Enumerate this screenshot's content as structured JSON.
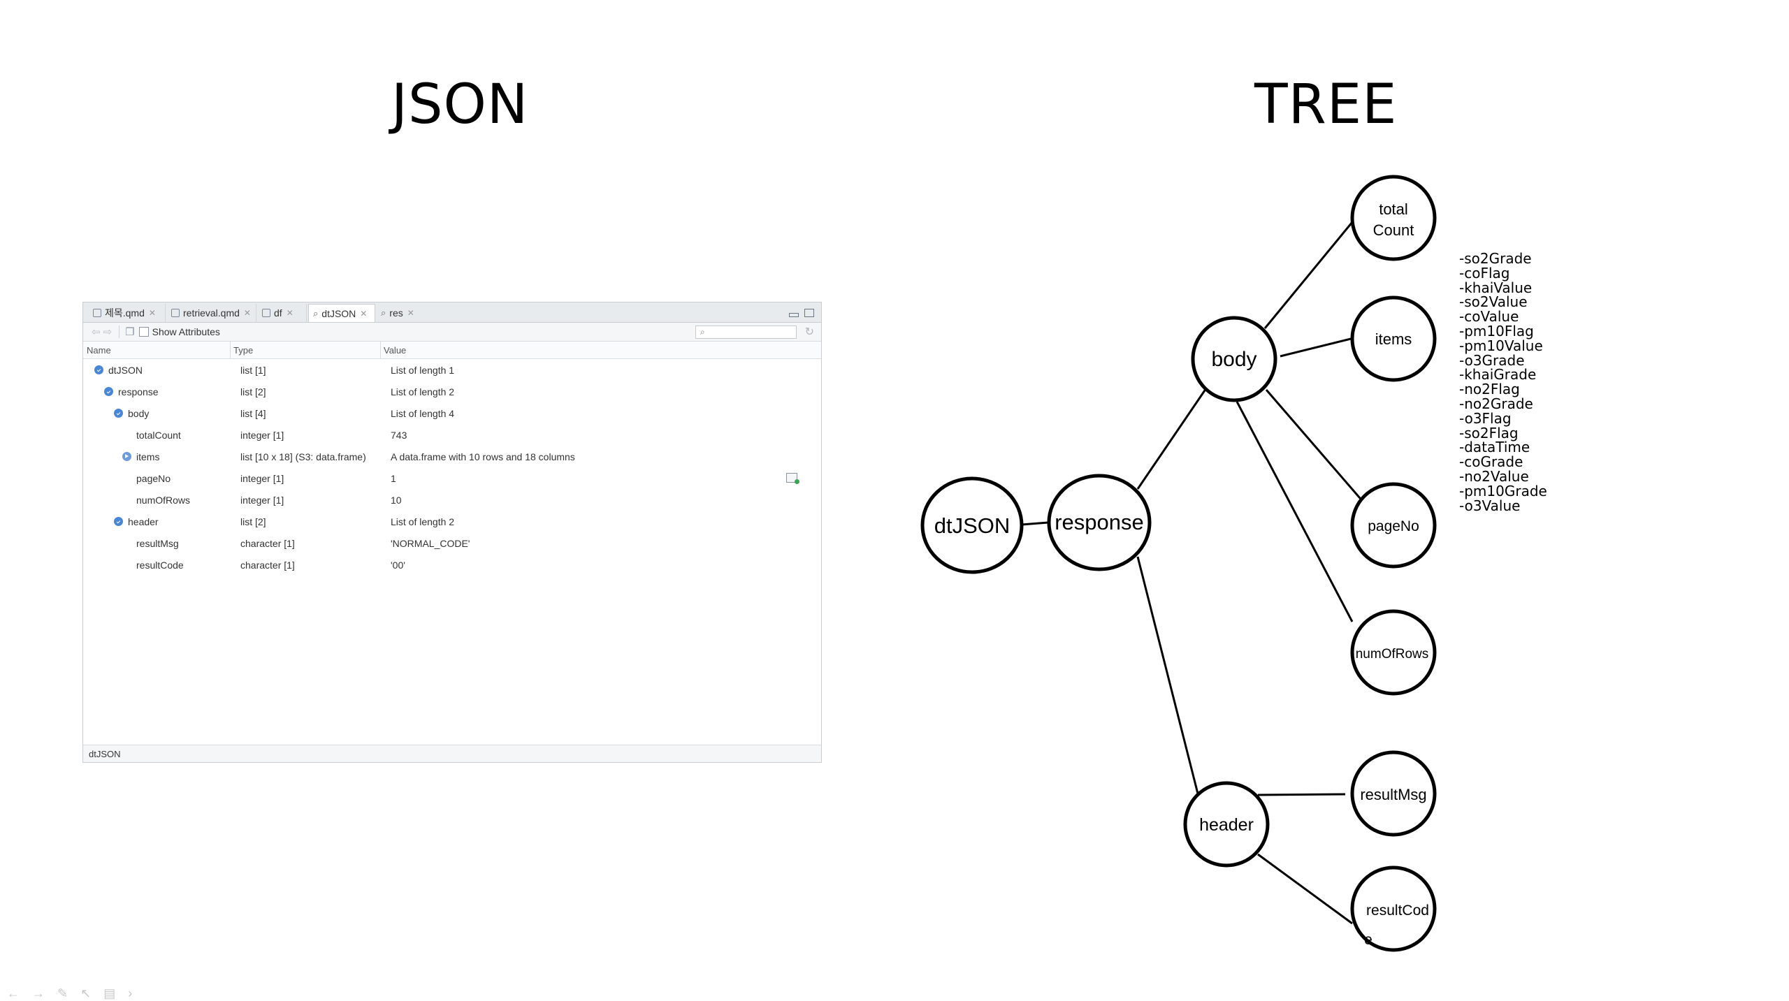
{
  "titles": {
    "left": "JSON",
    "right": "TREE"
  },
  "viewer": {
    "tabs": [
      {
        "label": "제목.qmd",
        "icon": "qmd-file-icon",
        "closable": true
      },
      {
        "label": "retrieval.qmd",
        "icon": "qmd-file-icon",
        "closable": true
      },
      {
        "label": "df",
        "icon": "table-icon",
        "closable": true
      },
      {
        "label": "dtJSON",
        "icon": "search-icon",
        "closable": true,
        "active": true
      },
      {
        "label": "res",
        "icon": "search-icon",
        "closable": true
      }
    ],
    "toolbar": {
      "show_attributes_label": "Show Attributes"
    },
    "columns": {
      "name": "Name",
      "type": "Type",
      "value": "Value"
    },
    "rows": [
      {
        "name": "dtJSON",
        "type": "list [1]",
        "value": "List of length 1"
      },
      {
        "name": "response",
        "type": "list [2]",
        "value": "List of length 2"
      },
      {
        "name": "body",
        "type": "list [4]",
        "value": "List of length 4"
      },
      {
        "name": "totalCount",
        "type": "integer [1]",
        "value": "743"
      },
      {
        "name": "items",
        "type": "list [10 x 18] (S3: data.frame)",
        "value": "A data.frame with 10 rows and 18 columns"
      },
      {
        "name": "pageNo",
        "type": "integer [1]",
        "value": "1"
      },
      {
        "name": "numOfRows",
        "type": "integer [1]",
        "value": "10"
      },
      {
        "name": "header",
        "type": "list [2]",
        "value": "List of length 2"
      },
      {
        "name": "resultMsg",
        "type": "character [1]",
        "value": "'NORMAL_CODE'"
      },
      {
        "name": "resultCode",
        "type": "character [1]",
        "value": "'00'"
      }
    ],
    "status": "dtJSON"
  },
  "tree": {
    "nodes": {
      "dtJSON": "dtJSON",
      "response": "response",
      "body": "body",
      "header": "header",
      "totalCount_line1": "total",
      "totalCount_line2": "Count",
      "items": "items",
      "pageNo": "pageNo",
      "numOfRows": "numOfRows",
      "resultMsg": "resultMsg",
      "resultCode_main": "resultCod",
      "resultCode_wrap": "e"
    },
    "item_fields": [
      "-so2Grade",
      "-coFlag",
      "-khaiValue",
      "-so2Value",
      "-coValue",
      "-pm10Flag",
      "-pm10Value",
      "-o3Grade",
      "-khaiGrade",
      "-no2Flag",
      "-no2Grade",
      "-o3Flag",
      "-so2Flag",
      "-dataTime",
      "-coGrade",
      "-no2Value",
      "-pm10Grade",
      "-o3Value"
    ]
  }
}
